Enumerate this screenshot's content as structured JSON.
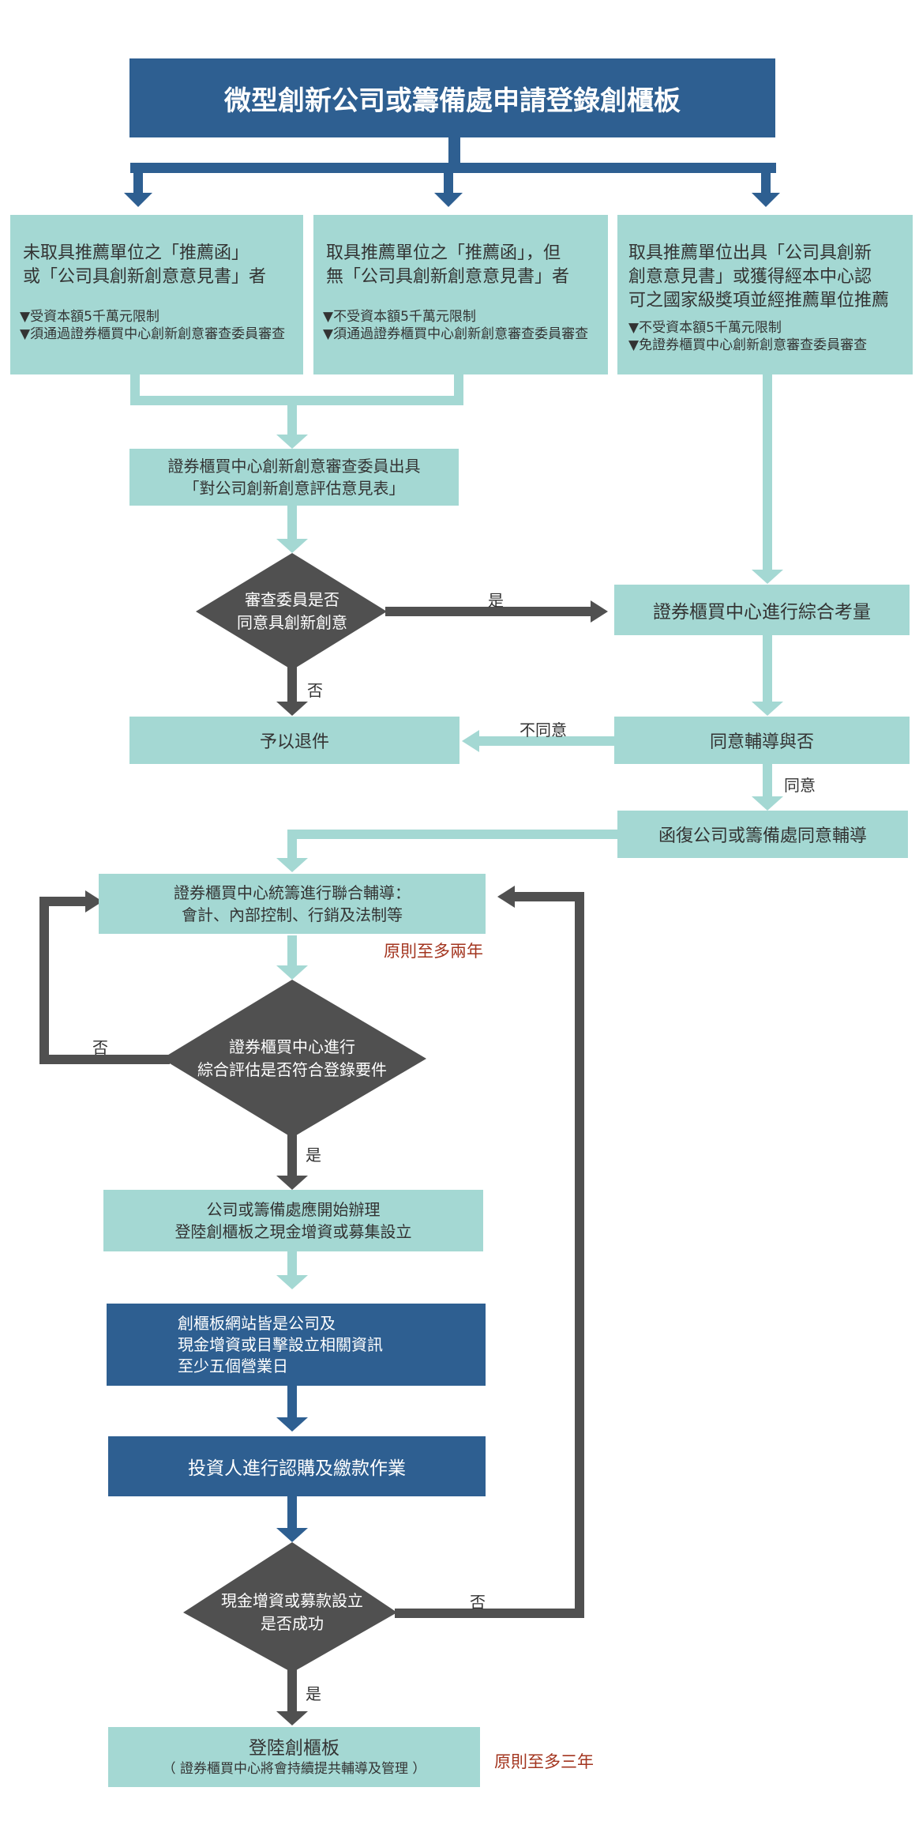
{
  "title": "微型創新公司或籌備處申請登錄創櫃板",
  "branches": [
    {
      "heading_lines": [
        "未取具推薦單位之「推薦函」",
        "或「公司具創新創意意見書」者"
      ],
      "notes": [
        "▼受資本額5千萬元限制",
        "▼須通過證券櫃買中心創新創意審查委員審查"
      ]
    },
    {
      "heading_lines": [
        "取具推薦單位之「推薦函」，但",
        "無「公司具創新創意意見書」者"
      ],
      "notes": [
        "▼不受資本額5千萬元限制",
        "▼須通過證券櫃買中心創新創意審查委員審查"
      ]
    },
    {
      "heading_lines": [
        "取具推薦單位出具「公司具創新",
        "創意意見書」或獲得經本中心認",
        "可之國家級獎項並經推薦單位推薦"
      ],
      "notes": [
        "▼不受資本額5千萬元限制",
        "▼免證券櫃買中心創新創意審查委員審查"
      ]
    }
  ],
  "committee_opinion": [
    "證券櫃買中心創新創意審查委員出具",
    "「對公司創新創意評估意見表」"
  ],
  "decision_committee": [
    "審查委員是否",
    "同意具創新創意"
  ],
  "label_yes": "是",
  "label_no": "否",
  "label_disagree": "不同意",
  "label_agree": "同意",
  "comprehensive_review": "證券櫃買中心進行綜合考量",
  "return_case": "予以退件",
  "agree_counsel": "同意輔導與否",
  "reply_letter": "函復公司或籌備處同意輔導",
  "joint_counsel": [
    "證券櫃買中心統籌進行聯合輔導：",
    "會計、內部控制、行銷及法制等"
  ],
  "note_two_years": "原則至多兩年",
  "decision_eligibility": [
    "證券櫃買中心進行",
    "綜合評估是否符合登錄要件"
  ],
  "begin_process": [
    "公司或籌備處應開始辦理",
    "登陸創櫃板之現金增資或募集設立"
  ],
  "disclosure": [
    "創櫃板網站皆是公司及",
    "現金增資或目擊設立相關資訊",
    "至少五個營業日"
  ],
  "subscription": "投資人進行認購及繳款作業",
  "decision_success": [
    "現金增資或募款設立",
    "是否成功"
  ],
  "final_title": "登陸創櫃板",
  "final_note": "（ 證券櫃買中心將會持續提共輔導及管理 ）",
  "note_three_years": "原則至多三年",
  "colors": {
    "dark_blue": "#2e5f91",
    "teal": "#a4d8d3",
    "dark_gray": "#505050",
    "note_red": "#a3351f"
  }
}
